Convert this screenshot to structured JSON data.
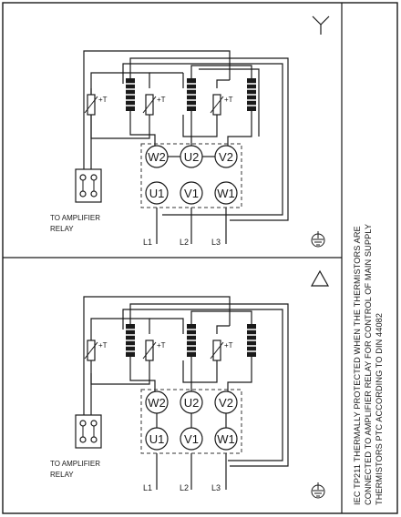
{
  "panels": [
    {
      "connection_symbol": "star",
      "terminals_top": [
        "W2",
        "U2",
        "V2"
      ],
      "terminals_bottom": [
        "U1",
        "V1",
        "W1"
      ],
      "thermistor_label": "+T",
      "relay_label_line1": "TO AMPLIFIER",
      "relay_label_line2": "RELAY",
      "lines": [
        "L1",
        "L2",
        "L3"
      ]
    },
    {
      "connection_symbol": "delta",
      "terminals_top": [
        "W2",
        "U2",
        "V2"
      ],
      "terminals_bottom": [
        "U1",
        "V1",
        "W1"
      ],
      "thermistor_label": "+T",
      "relay_label_line1": "TO AMPLIFIER",
      "relay_label_line2": "RELAY",
      "lines": [
        "L1",
        "L2",
        "L3"
      ]
    }
  ],
  "side_note": {
    "line1": "IEC TP211 THERMALLY PROTECTED WHEN THE THERMISTORS ARE",
    "line2": "CONNECTED TO AMPLIFIER RELAY FOR CONTROL OF MAIN SUPPLY",
    "line3": "THERMISTORS PTC ACCORDING TO DIN 44082"
  }
}
